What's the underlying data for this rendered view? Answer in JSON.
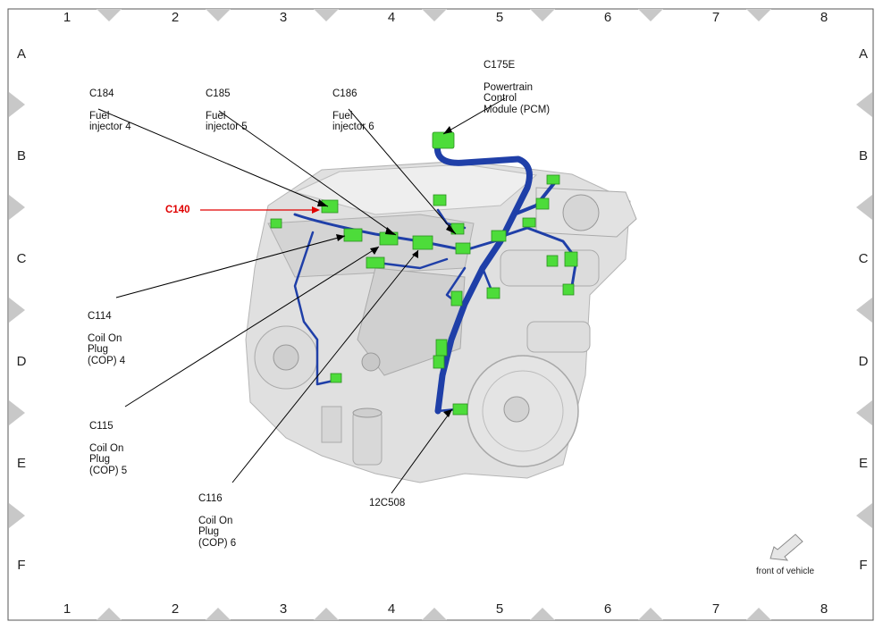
{
  "grid": {
    "columns": [
      "1",
      "2",
      "3",
      "4",
      "5",
      "6",
      "7",
      "8"
    ],
    "rows": [
      "A",
      "B",
      "C",
      "D",
      "E",
      "F"
    ]
  },
  "connectors": {
    "c184": {
      "code": "C184",
      "desc": "Fuel\ninjector 4"
    },
    "c185": {
      "code": "C185",
      "desc": "Fuel\ninjector 5"
    },
    "c186": {
      "code": "C186",
      "desc": "Fuel\ninjector 6"
    },
    "c175e": {
      "code": "C175E",
      "desc": "Powertrain\nControl\nModule (PCM)"
    },
    "c140": {
      "code": "C140"
    },
    "c114": {
      "code": "C114",
      "desc": "Coil On\nPlug\n(COP) 4"
    },
    "c115": {
      "code": "C115",
      "desc": "Coil On\nPlug\n(COP) 5"
    },
    "c116": {
      "code": "C116",
      "desc": "Coil On\nPlug\n(COP) 6"
    },
    "c12c508": {
      "code": "12C508"
    }
  },
  "front_of_vehicle": "front of vehicle",
  "colors": {
    "harness": "#1f3fa8",
    "connector": "#4ddc3a",
    "callout_red": "#e00000",
    "engine": "#d9d9d9",
    "marker": "#c8c8c8"
  }
}
